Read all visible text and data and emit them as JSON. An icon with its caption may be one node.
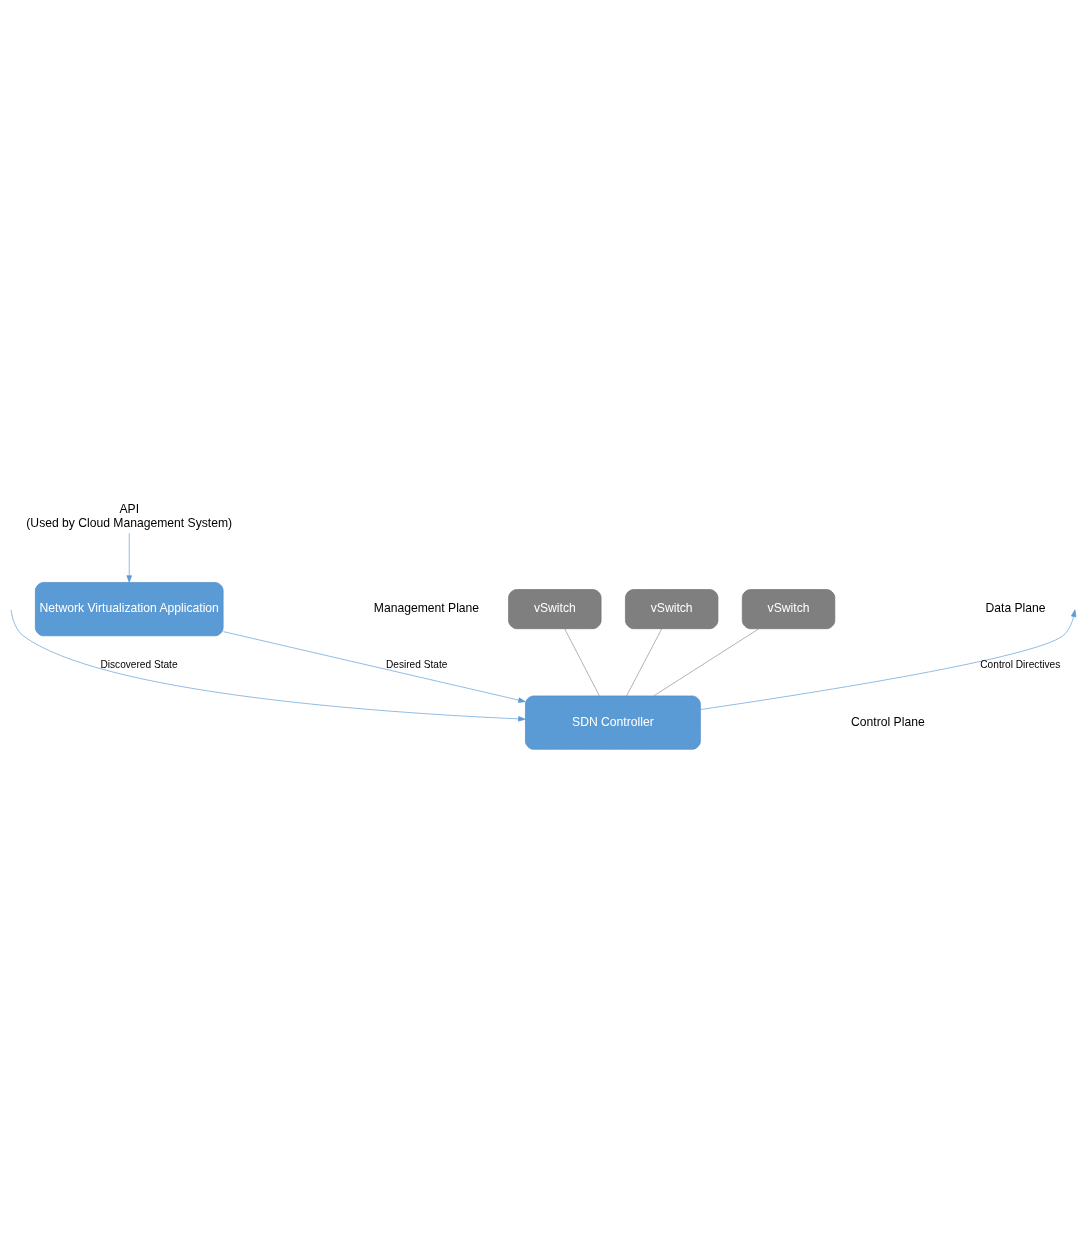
{
  "diagram": {
    "nodes": [
      {
        "text": [
          "API",
          "(Used by Cloud Management System)"
        ]
      },
      {
        "text": [
          "Network Virtualization Application"
        ]
      },
      {
        "text": [
          "SDN Controller"
        ]
      },
      {
        "text": [
          "vSwitch"
        ]
      },
      {
        "text": [
          "vSwitch"
        ]
      },
      {
        "text": [
          "vSwitch"
        ]
      }
    ],
    "edges": [
      {
        "from": 0,
        "to": 1,
        "arrow": "to"
      },
      {
        "from": 1,
        "to": 2,
        "arrow": "to",
        "label": "Desired State"
      },
      {
        "from": null,
        "to": 2,
        "arrow": "to",
        "label": "Discovered State"
      },
      {
        "from": 2,
        "to": null,
        "arrow": "to",
        "label": "Control Directives"
      },
      {
        "from": 2,
        "to": 3,
        "arrow": "none",
        "color": "#8c8c8c"
      },
      {
        "from": 2,
        "to": 4,
        "arrow": "none",
        "color": "#8c8c8c"
      },
      {
        "from": 2,
        "to": 5,
        "arrow": "none",
        "color": "#8c8c8c"
      }
    ],
    "labels": [
      "Management Plane",
      "Control Plane",
      "Data Plane"
    ]
  }
}
